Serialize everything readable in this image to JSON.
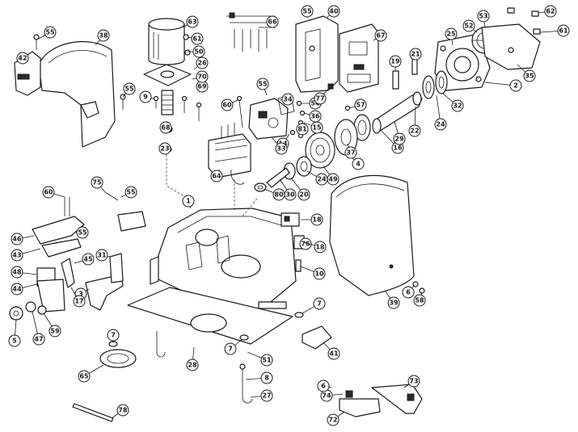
{
  "diagram": {
    "callouts": [
      "1",
      "2",
      "3",
      "4",
      "5",
      "6",
      "7",
      "8",
      "9",
      "10",
      "14",
      "15",
      "16",
      "17",
      "18",
      "19",
      "20",
      "21",
      "22",
      "23",
      "24",
      "25",
      "26",
      "27",
      "28",
      "29",
      "30",
      "31",
      "32",
      "33",
      "34",
      "35",
      "36",
      "37",
      "38",
      "39",
      "40",
      "41",
      "42",
      "43",
      "44",
      "45",
      "46",
      "47",
      "48",
      "49",
      "50",
      "51",
      "52",
      "53",
      "54",
      "55",
      "57",
      "58",
      "59",
      "60",
      "61",
      "62",
      "63",
      "64",
      "65",
      "66",
      "67",
      "68",
      "69",
      "70",
      "72",
      "73",
      "74",
      "75",
      "76",
      "77",
      "78",
      "80",
      "81"
    ]
  }
}
